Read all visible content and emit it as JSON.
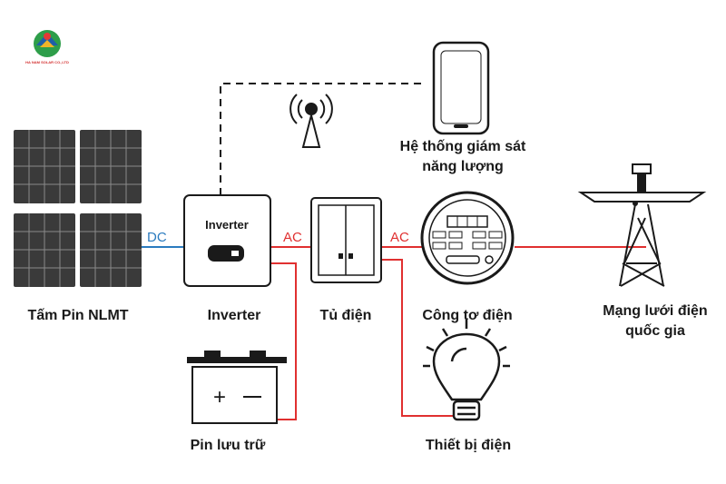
{
  "logo": {
    "text": "HA NAM SOLAR CO.,LTD"
  },
  "components": {
    "solar_panels": "Tấm Pin NLMT",
    "inverter": "Inverter",
    "inverter_box_label": "Inverter",
    "cabinet": "Tủ điện",
    "meter": "Công tơ điện",
    "grid_line1": "Mạng lưới điện",
    "grid_line2": "quốc gia",
    "monitor_line1": "Hệ thống giám sát",
    "monitor_line2": "năng lượng",
    "battery": "Pin lưu trữ",
    "appliance": "Thiết bị điện"
  },
  "links": {
    "dc": "DC",
    "ac1": "AC",
    "ac2": "AC"
  },
  "colors": {
    "dc": "#2b7bbf",
    "ac": "#e03030",
    "outline": "#1a1a1a",
    "panel": "#3a3a3a"
  },
  "icons": [
    "solar-panel-icon",
    "inverter-icon",
    "antenna-icon",
    "phone-icon",
    "cabinet-icon",
    "meter-icon",
    "pylon-icon",
    "battery-icon",
    "bulb-icon"
  ]
}
